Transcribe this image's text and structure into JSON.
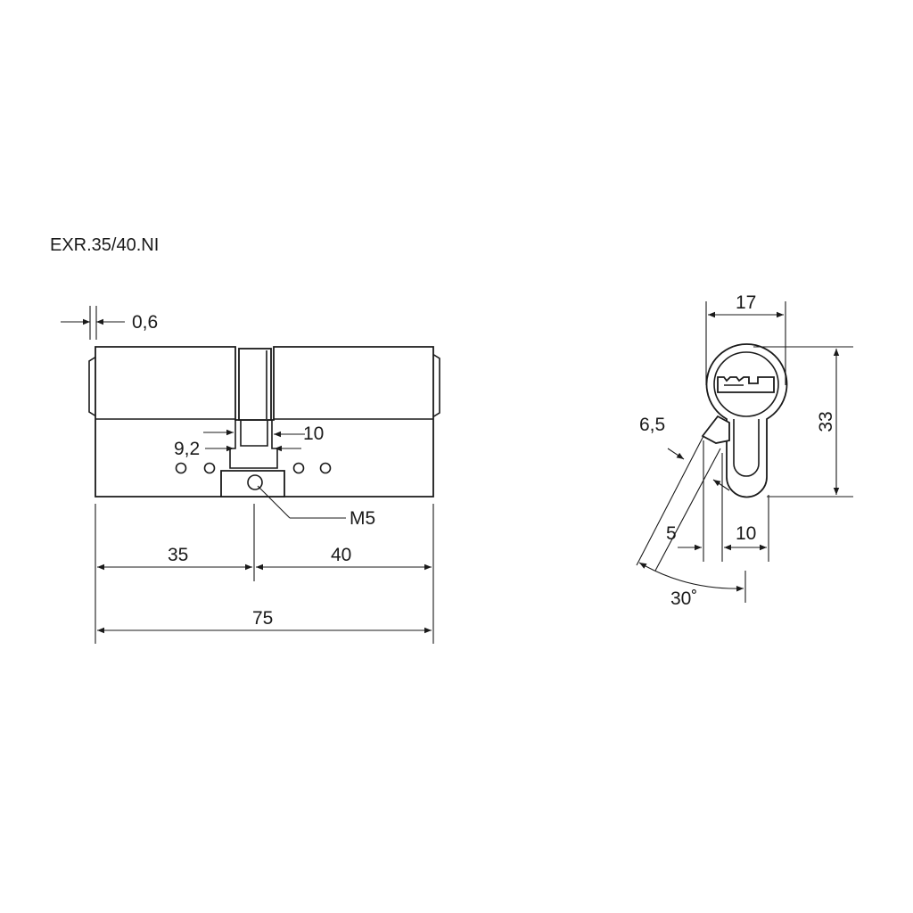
{
  "title": "EXR.35/40.NI",
  "side_view": {
    "dim_cam_gap": "0,6",
    "dim_cam_width_outer": "10",
    "dim_cam_width_inner": "9,2",
    "dim_screw": "M5",
    "dim_left": "35",
    "dim_right": "40",
    "dim_total": "75"
  },
  "front_view": {
    "dim_width": "17",
    "dim_height": "33",
    "dim_cam_thickness": "6,5",
    "dim_offset": "5",
    "dim_body_width": "10",
    "dim_angle": "30˚"
  }
}
